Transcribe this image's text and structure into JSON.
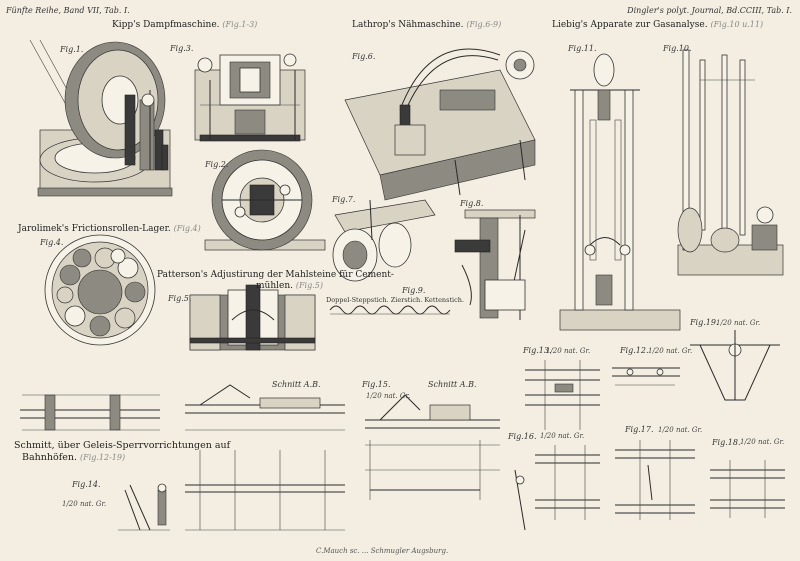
{
  "header": {
    "left": "Fünfte Reihe, Band VII, Tab. I.",
    "right": "Dingler's polyt. Journal, Bd.CCIII, Tab. I."
  },
  "sections": {
    "kipp": {
      "title": "Kipp's Dampfmaschine.",
      "ref": "(Fig.1-3)"
    },
    "lathrop": {
      "title": "Lathrop's Nähmaschine.",
      "ref": "(Fig.6-9)"
    },
    "liebig": {
      "title": "Liebig's Apparate zur Gasanalyse.",
      "ref": "(Fig.10 u.11)"
    },
    "jarolimek": {
      "title": "Jarolimek's Frictionsrollen-Lager.",
      "ref": "(Fig.4)"
    },
    "patterson": {
      "title": "Patterson's Adjustirung der Mahlsteine für Cement-",
      "title2": "mühlen.",
      "ref": "(Fig.5)"
    },
    "schmitt": {
      "title": "Schmitt, über Geleis-Sperrvorrichtungen auf",
      "title2": "Bahnhöfen.",
      "ref": "(Fig.12-19)"
    }
  },
  "figures": {
    "f1": "Fig.1.",
    "f2": "Fig.2.",
    "f3": "Fig.3.",
    "f4": "Fig.4.",
    "f5": "Fig.5.",
    "f6": "Fig.6.",
    "f7": "Fig.7.",
    "f8": "Fig.8.",
    "f9": "Fig.9.",
    "f10": "Fig.10.",
    "f11": "Fig.11.",
    "f12": "Fig.12.",
    "f13": "Fig.13.",
    "f14": "Fig.14.",
    "f15": "Fig.15.",
    "f16": "Fig.16.",
    "f17": "Fig.17.",
    "f18": "Fig.18.",
    "f19": "Fig.19."
  },
  "scales": {
    "s13": "1/20 nat. Gr.",
    "s12": "1/20 nat. Gr.",
    "s19": "1/20 nat. Gr.",
    "s15": "1/20 nat. Gr.",
    "s16": "1/20 nat. Gr.",
    "s17": "1/20 nat. Gr.",
    "s18": "1/20 nat. Gr.",
    "s14": "1/20 nat. Gr."
  },
  "labels": {
    "schnitt1": "Schnitt A.B.",
    "schnitt2": "Schnitt A.B.",
    "stitch": "Doppel-Steppstich. Zierstich. Kettenstich."
  },
  "footer": "C.Mauch sc. ... Schmugler Augsburg."
}
